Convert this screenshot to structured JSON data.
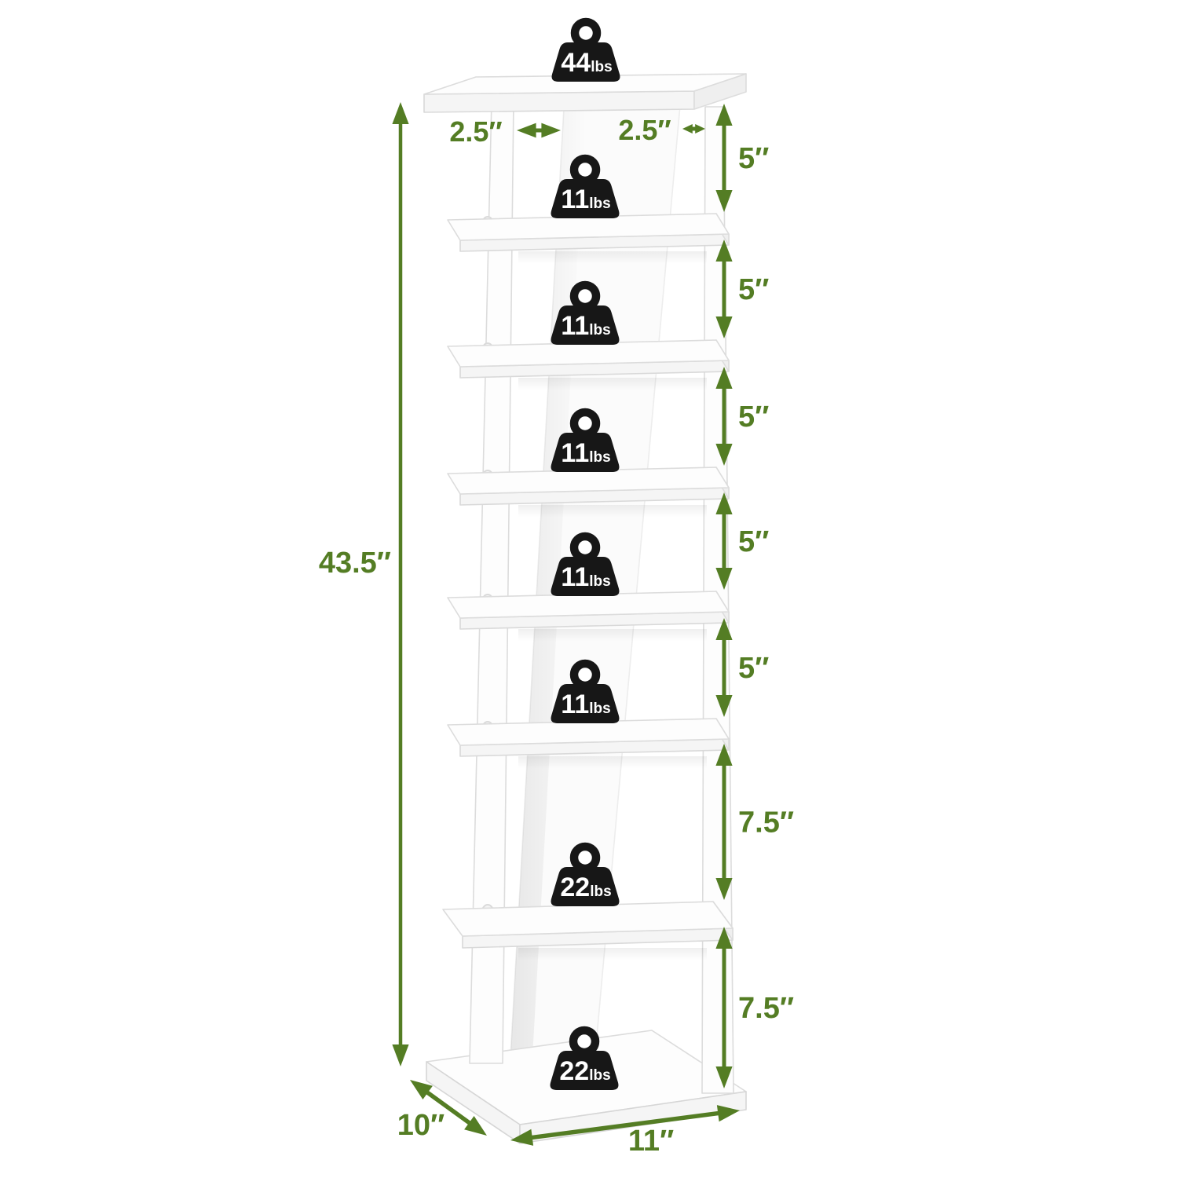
{
  "page": {
    "background": "#ffffff"
  },
  "colors": {
    "dimension_green": "#547d24",
    "weight_badge_black": "#171717",
    "weight_badge_text": "#ffffff",
    "board_face": "#fdfdfd",
    "board_edge_line": "#dcdcdc",
    "board_side_shade": "#f5f5f5",
    "board_end_shade": "#efefef"
  },
  "rack": {
    "tier_count": 7,
    "style": "vertical shoe rack tower"
  },
  "dimension_labels": {
    "overall_height": "43.5″",
    "column_gap_left": "2.5″",
    "column_gap_right": "2.5″",
    "tier_spacings": [
      "5″",
      "5″",
      "5″",
      "5″",
      "5″",
      "7.5″",
      "7.5″"
    ],
    "base_depth": "10″",
    "base_width": "11″"
  },
  "weight_labels": {
    "icon": "weight-capacity-icon",
    "top": {
      "value": "44",
      "unit": "lbs"
    },
    "tiers": [
      {
        "value": "11",
        "unit": "lbs"
      },
      {
        "value": "11",
        "unit": "lbs"
      },
      {
        "value": "11",
        "unit": "lbs"
      },
      {
        "value": "11",
        "unit": "lbs"
      },
      {
        "value": "11",
        "unit": "lbs"
      },
      {
        "value": "22",
        "unit": "lbs"
      }
    ],
    "base": {
      "value": "22",
      "unit": "lbs"
    }
  }
}
